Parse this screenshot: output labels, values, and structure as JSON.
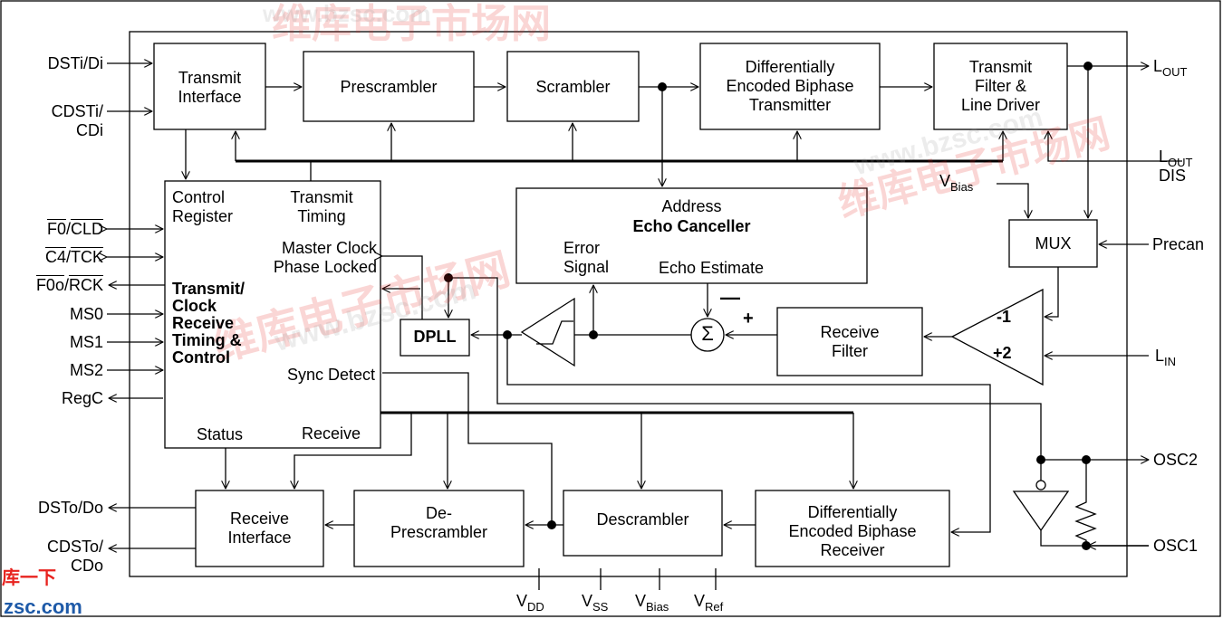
{
  "blocks": {
    "transmit_interface": [
      "Transmit",
      "Interface"
    ],
    "prescrambler": "Prescrambler",
    "scrambler": "Scrambler",
    "debt": [
      "Differentially",
      "Encoded Biphase",
      "Transmitter"
    ],
    "tx_filter": [
      "Transmit",
      "Filter &",
      "Line Driver"
    ],
    "control": {
      "control_register": [
        "Control",
        "Register"
      ],
      "transmit_timing": [
        "Transmit",
        "Timing"
      ],
      "master_clock": [
        "Master Clock",
        "Phase Locked"
      ],
      "timing_title": [
        "Transmit/",
        "Clock",
        "Receive",
        "Timing &",
        "Control"
      ],
      "sync_detect": "Sync Detect",
      "status": "Status",
      "receive": "Receive"
    },
    "echo": {
      "address": "Address",
      "title": "Echo Canceller",
      "error_signal": [
        "Error",
        "Signal"
      ],
      "echo_estimate": "Echo Estimate"
    },
    "mux": "MUX",
    "dpll": "DPLL",
    "receive_filter": [
      "Receive",
      "Filter"
    ],
    "receive_interface": [
      "Receive",
      "Interface"
    ],
    "deprescrambler": [
      "De-",
      "Prescrambler"
    ],
    "descrambler": "Descrambler",
    "debr": [
      "Differentially",
      "Encoded Biphase",
      "Receiver"
    ],
    "amp_minus": "-1",
    "amp_plus": "+2",
    "sum_symbol": "Σ",
    "sum_minus": "—",
    "sum_plus": "+"
  },
  "pins": {
    "dsti": "DSTi/Di",
    "cdsti": [
      "CDSTi/",
      "CDi"
    ],
    "f0": [
      "F0",
      "/",
      "CLD"
    ],
    "c4": [
      "C4",
      "/",
      "TCK"
    ],
    "f0o": [
      "F0o",
      "/",
      "RCK"
    ],
    "ms0": "MS0",
    "ms1": "MS1",
    "ms2": "MS2",
    "regc": "RegC",
    "dsto": "DSTo/Do",
    "cdsto": [
      "CDSTo/",
      "CDo"
    ],
    "lout": [
      "L",
      "OUT"
    ],
    "loutdis": [
      "L",
      "OUT",
      "DIS"
    ],
    "vbias_in": [
      "V",
      "Bias"
    ],
    "precan": "Precan",
    "lin": [
      "L",
      "IN"
    ],
    "osc2": "OSC2",
    "osc1": "OSC1",
    "vdd": [
      "V",
      "DD"
    ],
    "vss": [
      "V",
      "SS"
    ],
    "vbias": [
      "V",
      "Bias"
    ],
    "vref": [
      "V",
      "Ref"
    ]
  },
  "watermark": {
    "url": "www.bzsc.com",
    "chars": "维库电子市场网",
    "logo_lines": [
      "库一下",
      "zsc.com"
    ]
  }
}
